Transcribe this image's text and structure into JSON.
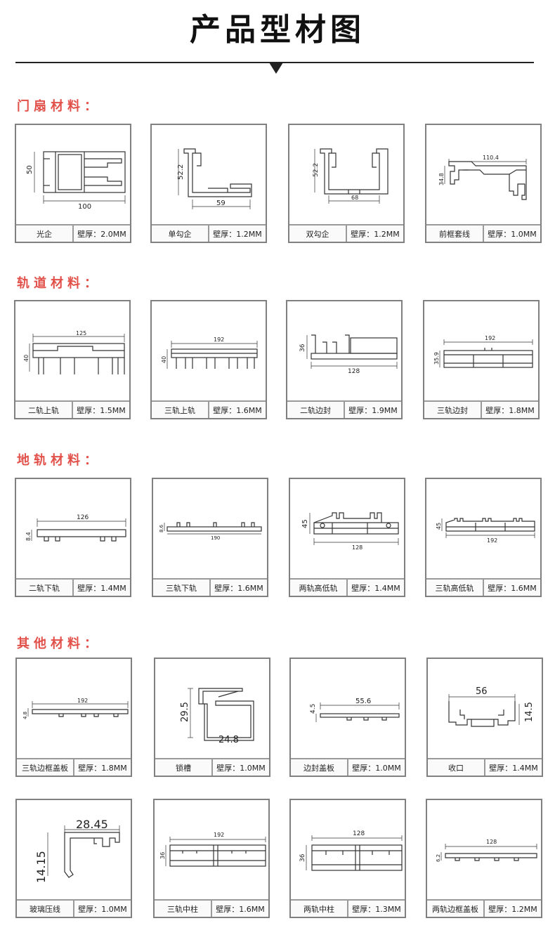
{
  "page_title": "产品型材图",
  "sections": [
    {
      "label": "门扇材料：",
      "items": [
        {
          "name": "光企",
          "thickness": "壁厚：2.0MM",
          "dims": [
            "50",
            "100"
          ]
        },
        {
          "name": "单勾企",
          "thickness": "壁厚：1.2MM",
          "dims": [
            "52.2",
            "59"
          ]
        },
        {
          "name": "双勾企",
          "thickness": "壁厚：1.2MM",
          "dims": [
            "52.2",
            "68"
          ]
        },
        {
          "name": "前框套线",
          "thickness": "壁厚：1.0MM",
          "dims": [
            "110.4",
            "34.8"
          ]
        }
      ]
    },
    {
      "label": "轨道材料：",
      "items": [
        {
          "name": "二轨上轨",
          "thickness": "壁厚：1.5MM",
          "dims": [
            "125",
            "40"
          ]
        },
        {
          "name": "三轨上轨",
          "thickness": "壁厚：1.6MM",
          "dims": [
            "192",
            "40"
          ]
        },
        {
          "name": "二轨边封",
          "thickness": "壁厚：1.9MM",
          "dims": [
            "36",
            "128"
          ]
        },
        {
          "name": "三轨边封",
          "thickness": "壁厚：1.8MM",
          "dims": [
            "192",
            "35.9"
          ]
        }
      ]
    },
    {
      "label": "地轨材料：",
      "items": [
        {
          "name": "二轨下轨",
          "thickness": "壁厚：1.4MM",
          "dims": [
            "126",
            "8.4"
          ]
        },
        {
          "name": "三轨下轨",
          "thickness": "壁厚：1.6MM",
          "dims": [
            "8.6",
            "190"
          ]
        },
        {
          "name": "两轨高低轨",
          "thickness": "壁厚：1.4MM",
          "dims": [
            "45",
            "128"
          ]
        },
        {
          "name": "三轨高低轨",
          "thickness": "壁厚：1.6MM",
          "dims": [
            "45",
            "192"
          ]
        }
      ]
    },
    {
      "label": "其他材料：",
      "items": [
        {
          "name": "三轨边框盖板",
          "thickness": "壁厚：1.8MM",
          "dims": [
            "192",
            "4.8"
          ]
        },
        {
          "name": "锁槽",
          "thickness": "壁厚：1.0MM",
          "dims": [
            "29.5",
            "24.8"
          ]
        },
        {
          "name": "边封盖板",
          "thickness": "壁厚：1.0MM",
          "dims": [
            "55.6",
            "4.5"
          ]
        },
        {
          "name": "收口",
          "thickness": "壁厚：1.4MM",
          "dims": [
            "56",
            "14.5"
          ]
        },
        {
          "name": "玻璃压线",
          "thickness": "壁厚：1.0MM",
          "dims": [
            "28.45",
            "14.15"
          ]
        },
        {
          "name": "三轨中柱",
          "thickness": "壁厚：1.6MM",
          "dims": [
            "192",
            "36"
          ]
        },
        {
          "name": "两轨中柱",
          "thickness": "壁厚：1.3MM",
          "dims": [
            "128",
            "36"
          ]
        },
        {
          "name": "两轨边框盖板",
          "thickness": "壁厚：1.2MM",
          "dims": [
            "128",
            "6.2"
          ]
        }
      ]
    }
  ]
}
